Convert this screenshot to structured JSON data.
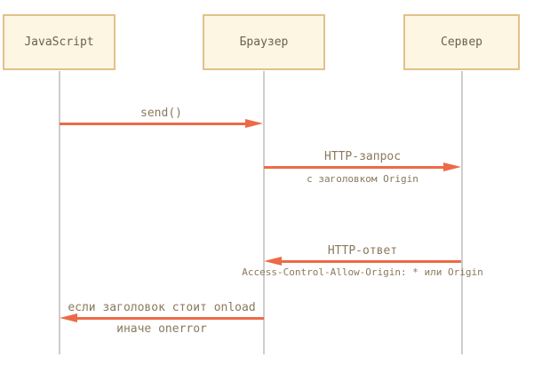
{
  "diagram": {
    "kind": "sequence-diagram",
    "actors": [
      {
        "id": "javascript",
        "label": "JavaScript"
      },
      {
        "id": "browser",
        "label": "Браузер"
      },
      {
        "id": "server",
        "label": "Сервер"
      }
    ],
    "messages": [
      {
        "label": "send()",
        "sublabel": "",
        "from": "JavaScript",
        "to": "Браузер",
        "direction": "right"
      },
      {
        "label": "HTTP-запрос",
        "sublabel": "с заголовком Origin",
        "from": "Браузер",
        "to": "Сервер",
        "direction": "right"
      },
      {
        "label": "HTTP-ответ",
        "sublabel": "Access-Control-Allow-Origin: * или Origin",
        "from": "Сервер",
        "to": "Браузер",
        "direction": "left"
      },
      {
        "label": "если заголовок стоит onload",
        "sublabel": "иначе onerror",
        "from": "Браузер",
        "to": "JavaScript",
        "direction": "left"
      }
    ],
    "colors": {
      "bg": "#ffffff",
      "box_fill": "#fdf6e3",
      "box_border": "#e2c189",
      "box_text": "#6e6149",
      "label_text": "#8a795c",
      "arrow": "#ed6a47",
      "lifeline": "#cdcdcd"
    }
  }
}
